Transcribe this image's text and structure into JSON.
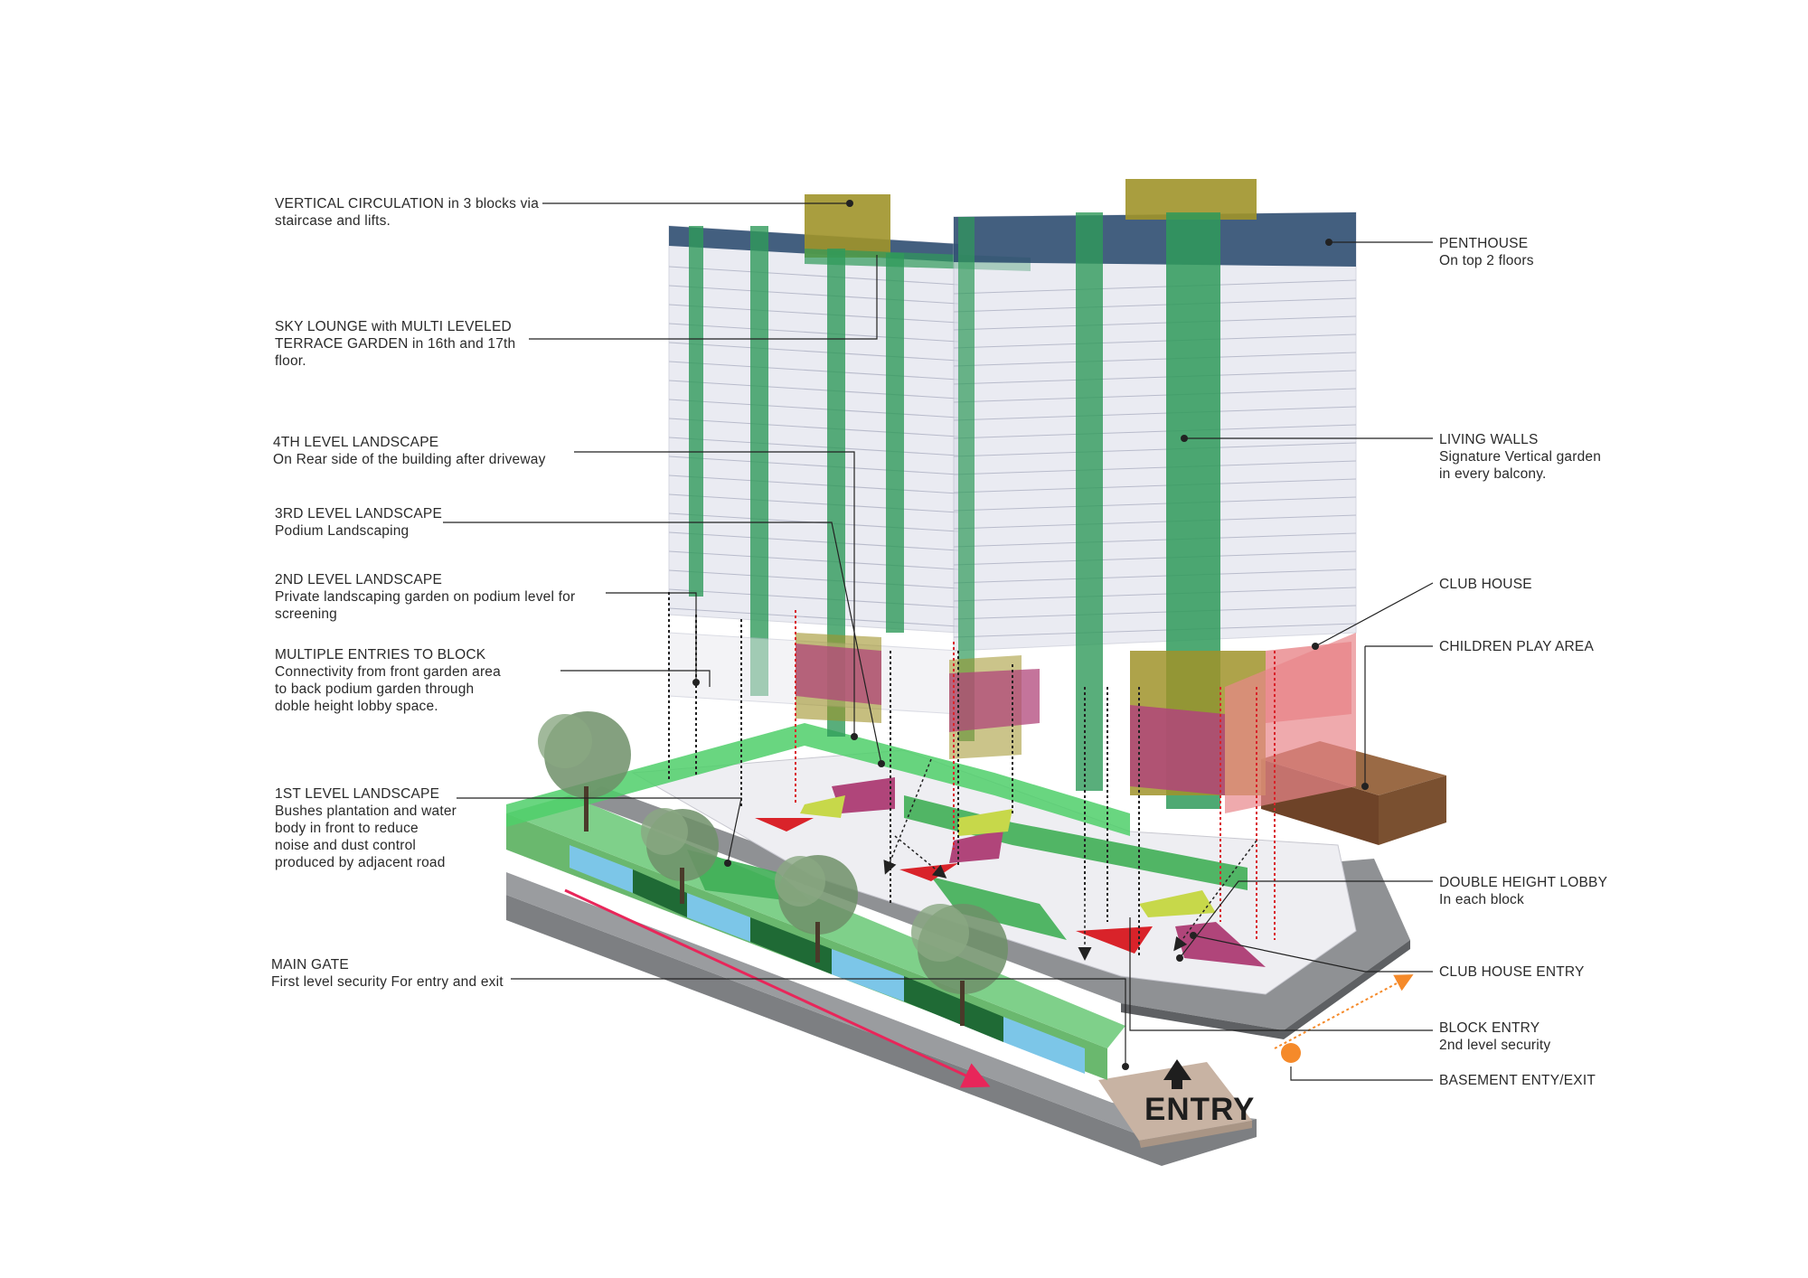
{
  "colors": {
    "green": "#2f9a5a",
    "green_light": "#4fcf6a",
    "glass": "#d9dce8",
    "penthouse": "#26476b",
    "core": "#a0932a",
    "magenta": "#b0457a",
    "red": "#d9232a",
    "pink": "#e8868a",
    "brown": "#8a5a35",
    "water": "#7cc6e8",
    "road": "#8a8c8f",
    "entry_pad": "#c8b3a3",
    "orange": "#f58a2a"
  },
  "entry": {
    "label": "ENTRY"
  },
  "labels": {
    "vertical_circulation": {
      "title": "VERTICAL CIRCULATION in 3 blocks via",
      "sub": "staircase and lifts."
    },
    "sky_lounge": {
      "title": "SKY LOUNGE with MULTI LEVELED",
      "sub": "TERRACE GARDEN  in 16th and 17th",
      "sub2": "floor."
    },
    "level4": {
      "title": "4TH LEVEL LANDSCAPE",
      "sub": "On Rear side of the building after driveway"
    },
    "level3": {
      "title": "3RD LEVEL LANDSCAPE",
      "sub": "Podium Landscaping"
    },
    "level2": {
      "title": "2ND LEVEL LANDSCAPE",
      "sub": "Private landscaping garden on podium level for",
      "sub2": "screening"
    },
    "multiple_entries": {
      "title": "MULTIPLE ENTRIES TO BLOCK",
      "sub": "Connectivity from front garden area",
      "sub2": "to back podium garden through",
      "sub3": "doble height lobby space."
    },
    "level1": {
      "title": "1ST LEVEL LANDSCAPE",
      "sub": "Bushes plantation and water",
      "sub2": "body  in front to reduce",
      "sub3": "noise and dust control",
      "sub4": "produced by adjacent road"
    },
    "main_gate": {
      "title": "MAIN GATE",
      "sub": "First level security For entry and exit"
    },
    "penthouse": {
      "title": "PENTHOUSE",
      "sub": "On top 2 floors"
    },
    "living_walls": {
      "title": "LIVING WALLS",
      "sub": "Signature Vertical garden",
      "sub2": "in every balcony."
    },
    "club_house": {
      "title": "CLUB HOUSE"
    },
    "children_play": {
      "title": "CHILDREN PLAY AREA"
    },
    "double_height_lobby": {
      "title": "DOUBLE HEIGHT LOBBY",
      "sub": "In each block"
    },
    "club_house_entry": {
      "title": "CLUB HOUSE ENTRY"
    },
    "block_entry": {
      "title": "BLOCK ENTRY",
      "sub": "2nd level security"
    },
    "basement": {
      "title": "BASEMENT ENTY/EXIT"
    }
  }
}
